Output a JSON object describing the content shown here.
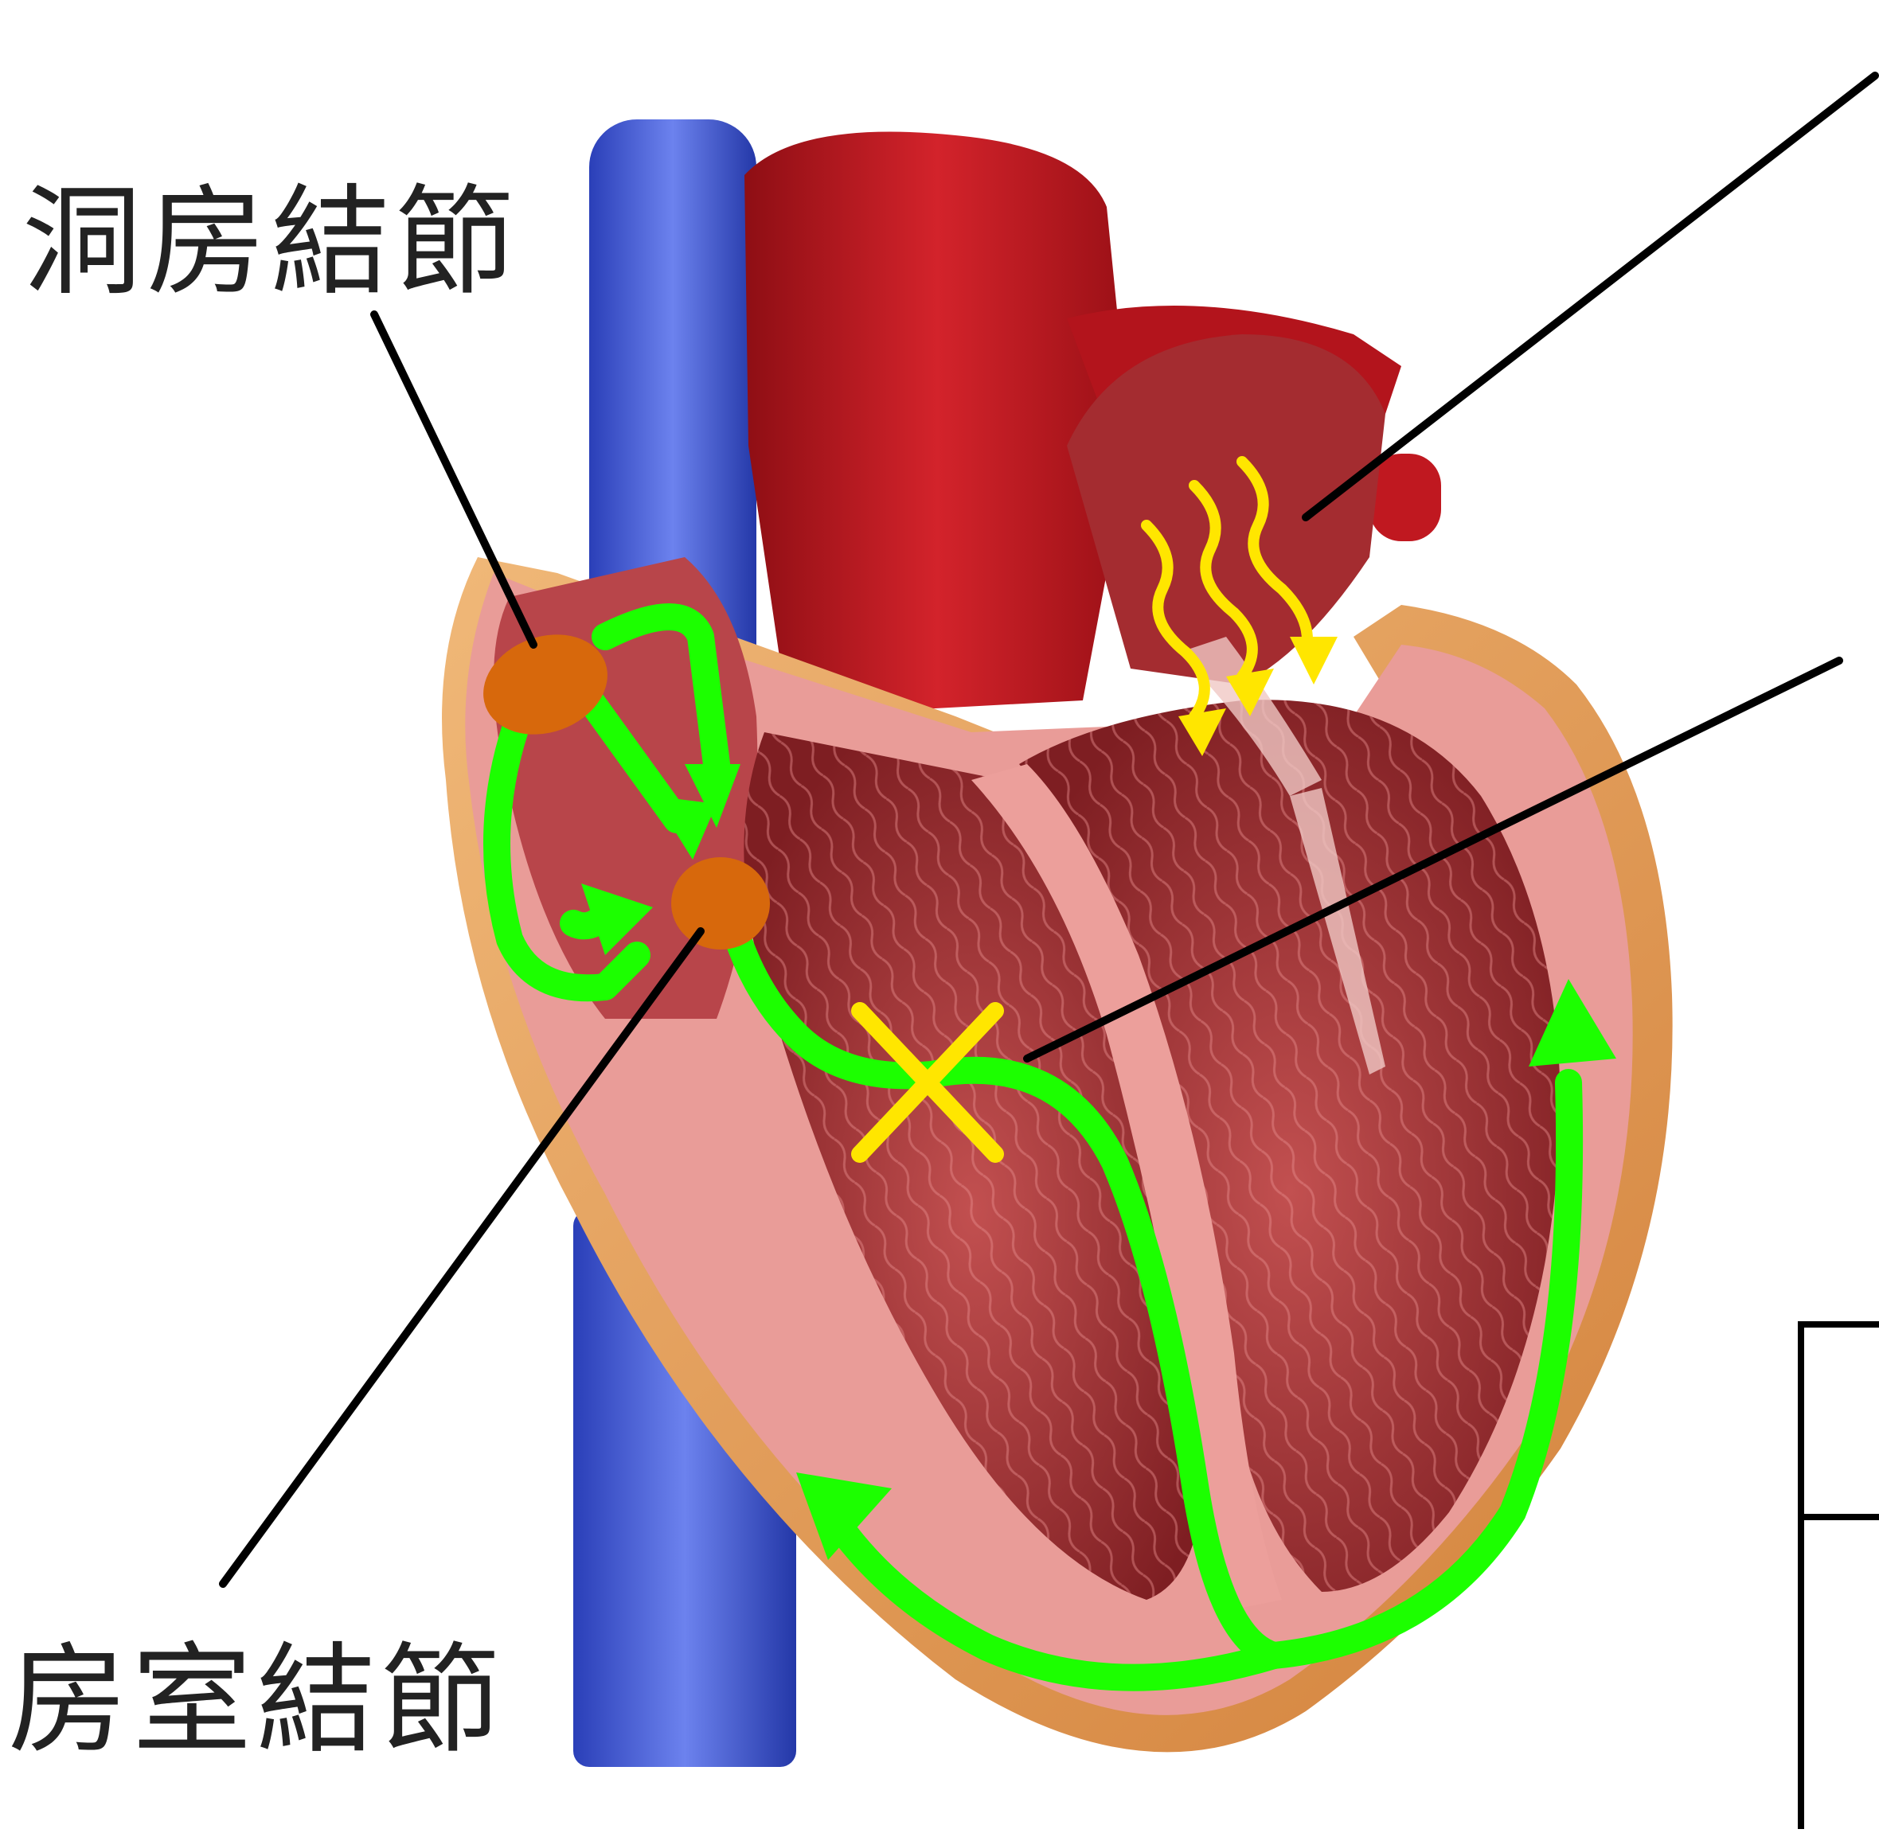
{
  "labels": {
    "sa_node": "洞房結節",
    "av_node": "房室結節"
  },
  "colors": {
    "background": "#ffffff",
    "vein": "#3e57d6",
    "aorta": "#b8141c",
    "heart_muscle": "#b23a3a",
    "heart_wall": "#e89a98",
    "fat_layer": "#e7a257",
    "conduction_path": "#1cff00",
    "node": "#d7680c",
    "block_mark": "#ffe600",
    "leader_line": "#000000",
    "wavy_arrows": "#ffe600"
  },
  "icons": {
    "node": "orange-circle",
    "conduction_block": "yellow-x-mark",
    "arrow_head": "green-triangle"
  }
}
